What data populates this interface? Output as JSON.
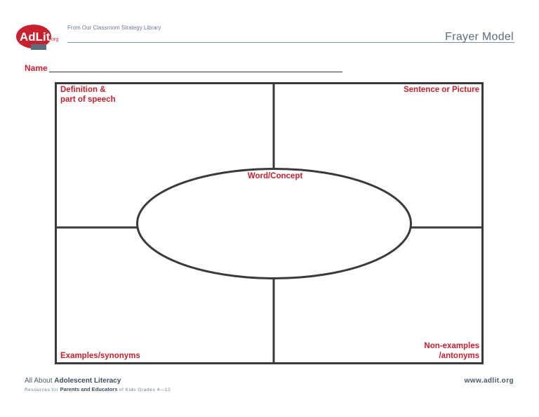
{
  "header": {
    "logo": {
      "text": "AdLit",
      "suffix": "org",
      "brand_color": "#c8202f"
    },
    "tagline": "From Our Classroom Strategy Library",
    "title": "Frayer Model"
  },
  "name_field": {
    "label": "Name"
  },
  "frayer": {
    "top_left_label_line1": "Definition &",
    "top_left_label_line2": "part of speech",
    "top_right_label": "Sentence or Picture",
    "center_label": "Word/Concept",
    "bottom_left_label": "Examples/synonyms",
    "bottom_right_label_line1": "Non-examples",
    "bottom_right_label_line2": "/antonyms"
  },
  "footer": {
    "prefix": "All About",
    "site_name": "Adolescent Literacy",
    "sub_prefix": "Resources for",
    "sub_bold": "Parents and Educators",
    "sub_suffix": "of Kids Grades 4—12",
    "url": "www.adlit.org"
  },
  "colors": {
    "accent": "#c8202f",
    "rule": "#7c8ea0",
    "title": "#5a6d80",
    "frame": "#3a3a3a"
  }
}
